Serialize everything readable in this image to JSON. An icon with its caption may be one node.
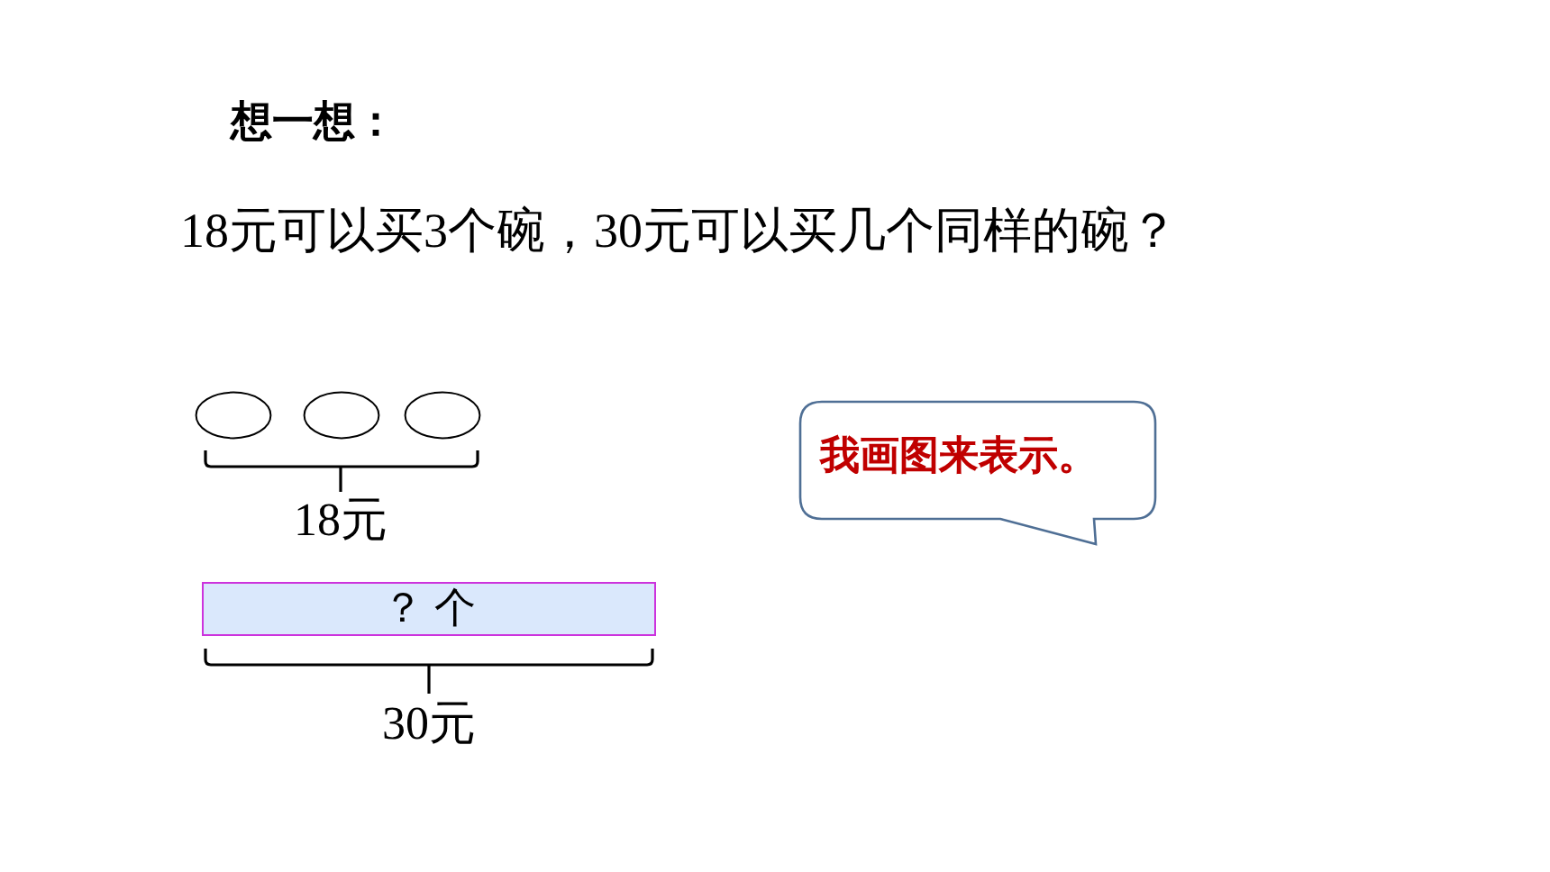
{
  "diagram": {
    "title": "想一想：",
    "nodes": [
      {
        "text": [],
        "shape": "oval"
      },
      {
        "text": [],
        "shape": "oval"
      },
      {
        "text": [],
        "shape": "oval"
      },
      {
        "text": [
          "？ 个"
        ]
      },
      {
        "text": [
          "我画图来表示。"
        ]
      }
    ],
    "labels": [
      "18元可以买3个碗，30元可以买几个同样的碗？",
      "18元",
      "30元"
    ]
  }
}
